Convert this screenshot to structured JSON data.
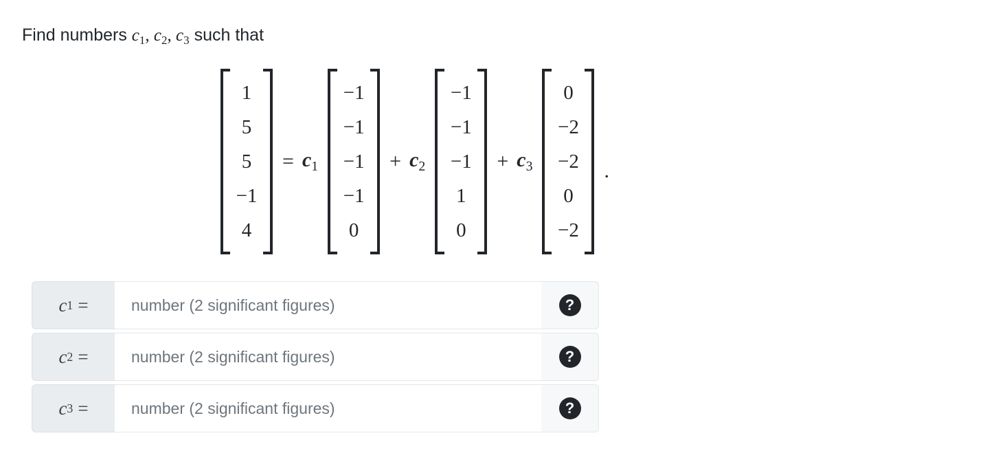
{
  "problem": {
    "prompt_prefix": "Find numbers ",
    "variables": [
      {
        "name": "c",
        "sub": "1"
      },
      {
        "name": "c",
        "sub": "2"
      },
      {
        "name": "c",
        "sub": "3"
      }
    ],
    "prompt_suffix": " such that",
    "separator": ", ",
    "trailing_period": "."
  },
  "equation": {
    "equals_sign": "=",
    "plus_sign": "+",
    "target_vector": [
      "1",
      "5",
      "5",
      "−1",
      "4"
    ],
    "terms": [
      {
        "coefficient": "c",
        "coefficient_sub": "1",
        "vector": [
          "−1",
          "−1",
          "−1",
          "−1",
          "0"
        ]
      },
      {
        "coefficient": "c",
        "coefficient_sub": "2",
        "vector": [
          "−1",
          "−1",
          "−1",
          "1",
          "0"
        ]
      },
      {
        "coefficient": "c",
        "coefficient_sub": "3",
        "vector": [
          "0",
          "−2",
          "−2",
          "0",
          "−2"
        ]
      }
    ]
  },
  "answers": {
    "placeholder": "number (2 significant figures)",
    "help_icon_glyph": "?",
    "equals": "=",
    "rows": [
      {
        "label": "c",
        "sub": "1",
        "value": ""
      },
      {
        "label": "c",
        "sub": "2",
        "value": ""
      },
      {
        "label": "c",
        "sub": "3",
        "value": ""
      }
    ]
  },
  "colors": {
    "page_background": "#ffffff",
    "text": "#22262a",
    "label_cell_background": "#e9edf0",
    "help_cell_background": "#f6f8f9",
    "placeholder_text": "#6d767d",
    "help_icon_background": "#22262a"
  }
}
